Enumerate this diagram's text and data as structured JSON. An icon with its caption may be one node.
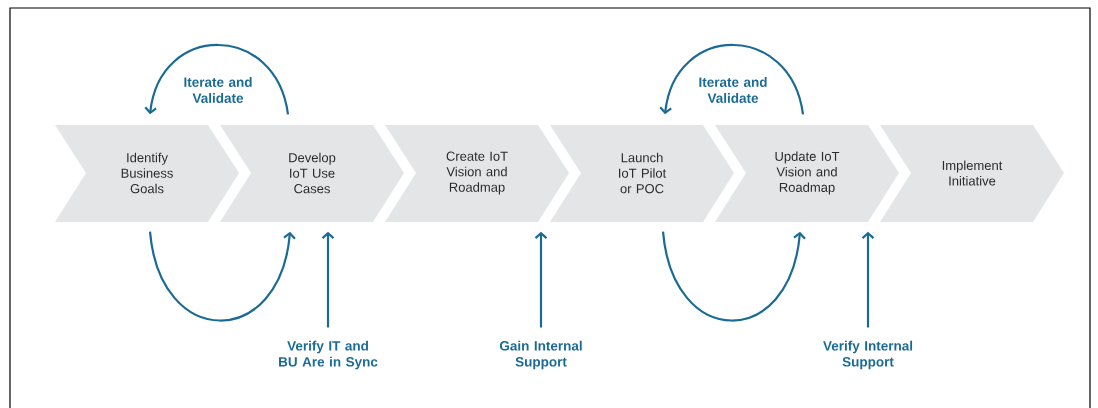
{
  "diagram": {
    "nodes": [
      {
        "text": [
          "Identify Business Goals"
        ]
      },
      {
        "text": [
          "Develop IoT Use Cases"
        ]
      },
      {
        "text": [
          "Create IoT Vision and Roadmap"
        ]
      },
      {
        "text": [
          "Launch IoT Pilot or POC"
        ]
      },
      {
        "text": [
          "Update IoT Vision and Roadmap"
        ]
      },
      {
        "text": [
          "Implement Initiative"
        ]
      },
      {
        "text": [
          "Verify IT and BU Are in Sync"
        ]
      },
      {
        "text": [
          "Gain Internal Support"
        ]
      },
      {
        "text": [
          "Verify Internal Support"
        ]
      }
    ],
    "edges": [
      {
        "from": 1,
        "to": 0,
        "arrow": "to",
        "label": "Iterate and Validate"
      },
      {
        "from": 0,
        "to": 1,
        "arrow": "to"
      },
      {
        "from": 4,
        "to": 3,
        "arrow": "to",
        "label": "Iterate and Validate"
      },
      {
        "from": 3,
        "to": 4,
        "arrow": "to"
      },
      {
        "from": 6,
        "to": 1,
        "arrow": "to"
      },
      {
        "from": 7,
        "to": 2,
        "arrow": "to"
      },
      {
        "from": 8,
        "to": 4,
        "arrow": "to"
      }
    ]
  }
}
